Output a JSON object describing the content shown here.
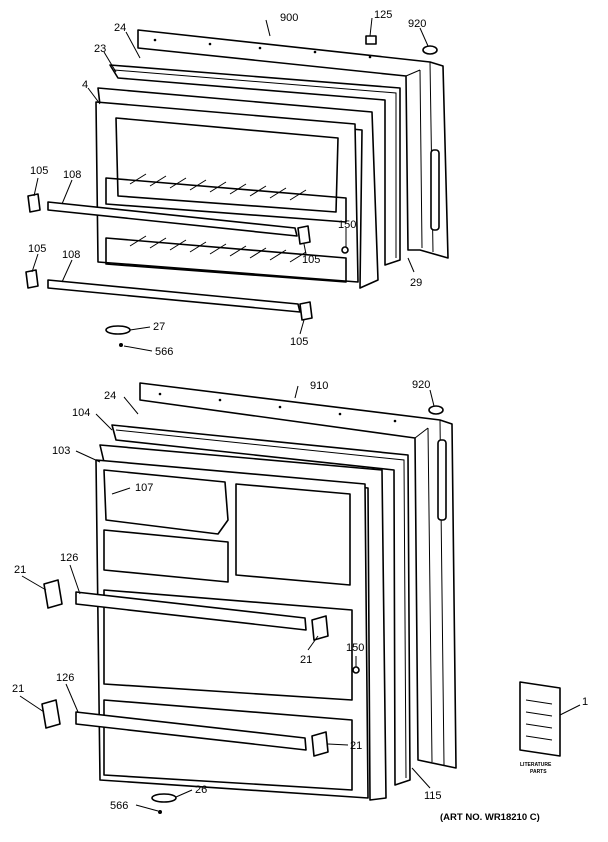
{
  "freezer_door": {
    "labels": [
      "900",
      "125",
      "920",
      "24",
      "23",
      "4",
      "105",
      "108",
      "150",
      "105",
      "108",
      "105",
      "29",
      "27",
      "566",
      "105"
    ]
  },
  "fresh_food_door": {
    "labels": [
      "910",
      "920",
      "24",
      "104",
      "103",
      "107",
      "126",
      "21",
      "21",
      "150",
      "126",
      "21",
      "21",
      "115",
      "26",
      "566"
    ]
  },
  "literature": {
    "label": "1",
    "caption_line1": "LITERATURE",
    "caption_line2": "PARTS"
  },
  "art_number": "(ART NO. WR18210 C)"
}
